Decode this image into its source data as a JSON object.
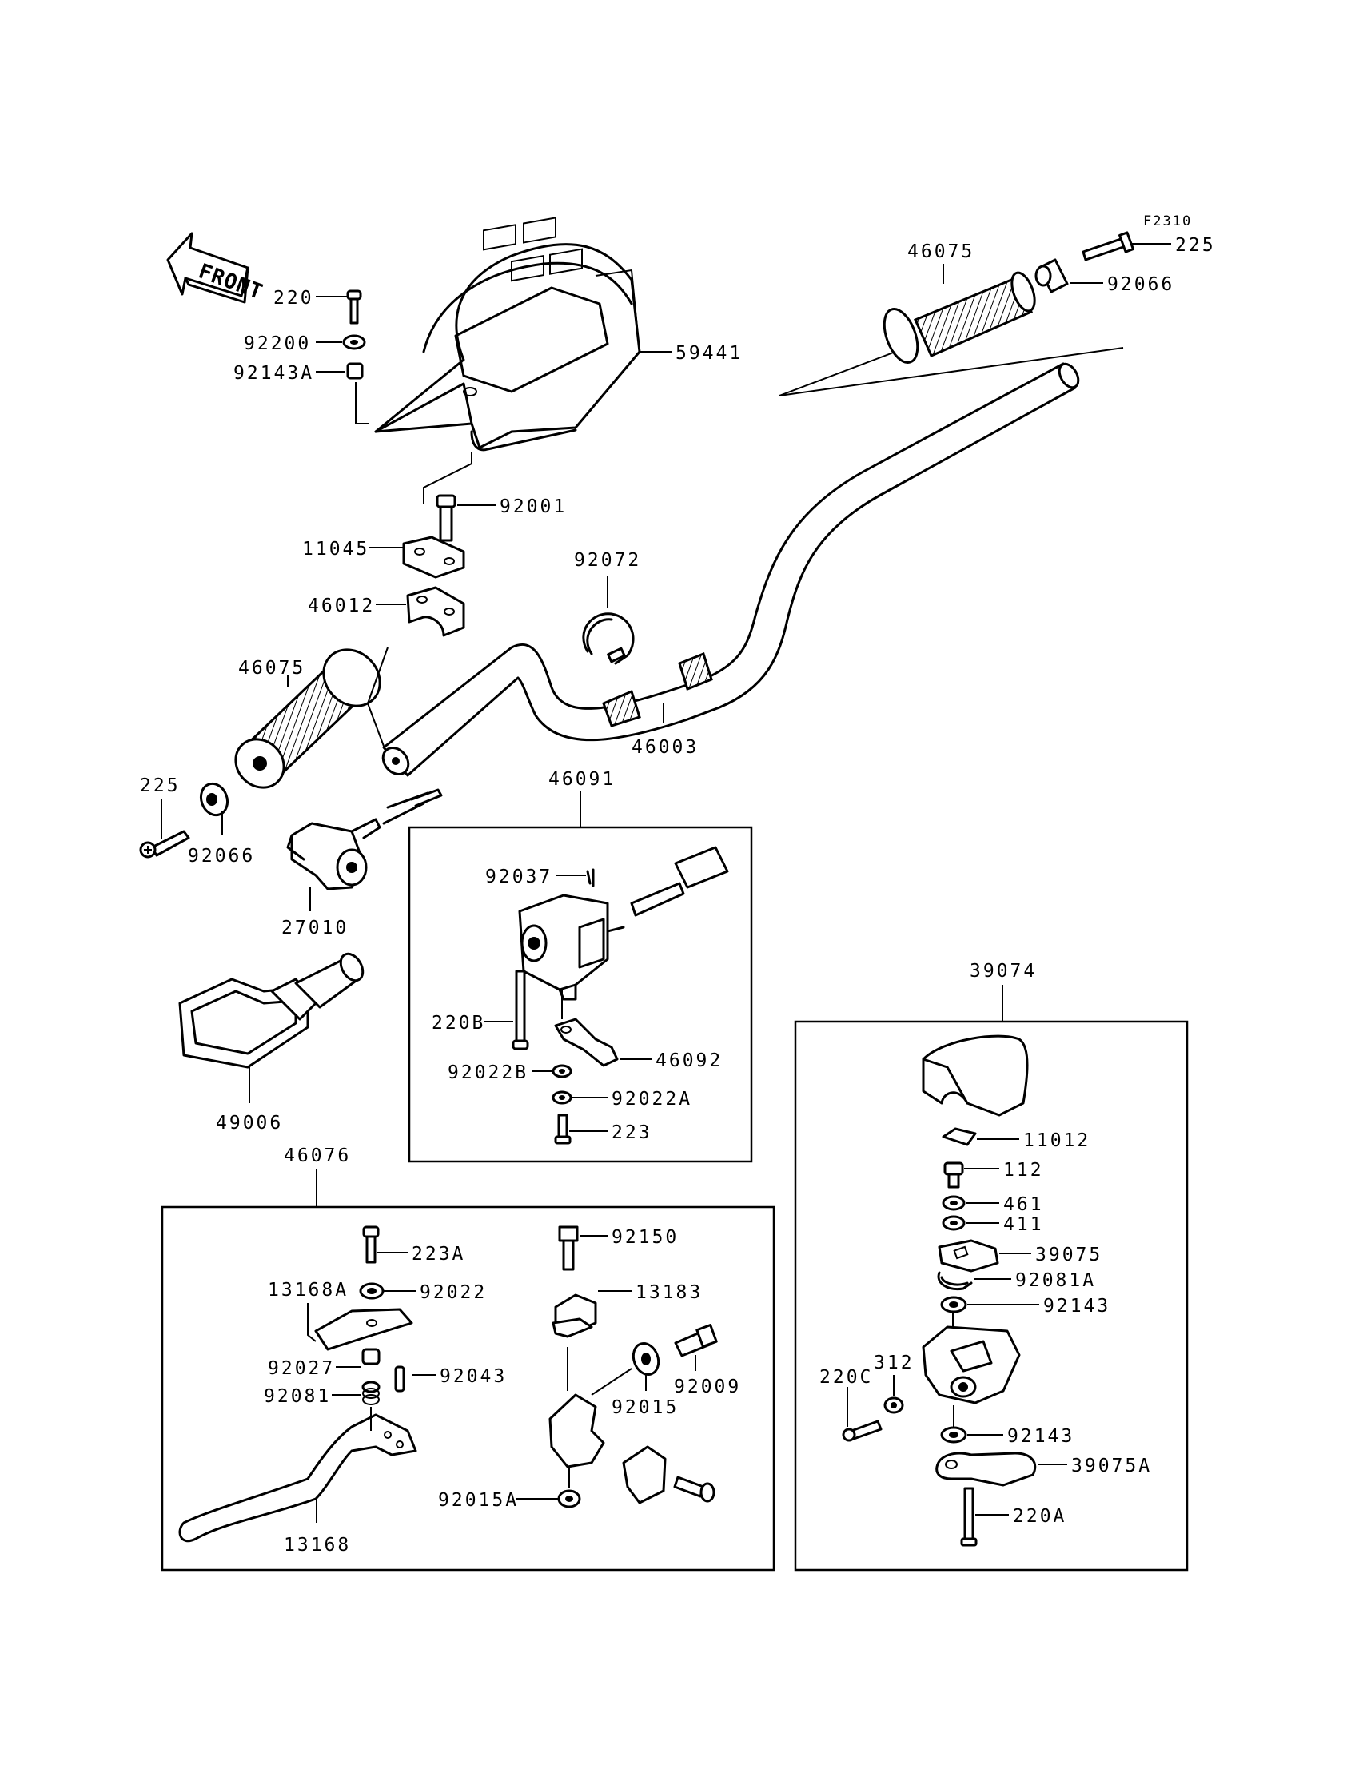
{
  "diagram": {
    "ref_code": "F2310",
    "front_label": "FRONT",
    "parts": {
      "p220": "220",
      "p92200": "92200",
      "p92143A": "92143A",
      "p59441": "59441",
      "p92001": "92001",
      "p11045": "11045",
      "p46012": "46012",
      "p46075_left": "46075",
      "p225_left": "225",
      "p92066_left": "92066",
      "p27010": "27010",
      "p49006": "49006",
      "p92072": "92072",
      "p46003": "46003",
      "p46075_right": "46075",
      "p225_right": "225",
      "p92066_right": "92066"
    },
    "box_46091": {
      "title": "46091",
      "parts": {
        "p92037": "92037",
        "p220B": "220B",
        "p46092": "46092",
        "p92022B": "92022B",
        "p92022A": "92022A",
        "p223": "223"
      }
    },
    "box_46076": {
      "title": "46076",
      "parts": {
        "p223A": "223A",
        "p13168A": "13168A",
        "p92022": "92022",
        "p92027": "92027",
        "p92043": "92043",
        "p92081": "92081",
        "p13168": "13168",
        "p92150": "92150",
        "p13183": "13183",
        "p92009": "92009",
        "p92015": "92015",
        "p92015A": "92015A"
      }
    },
    "box_39074": {
      "title": "39074",
      "parts": {
        "p11012": "11012",
        "p112": "112",
        "p461": "461",
        "p411": "411",
        "p39075": "39075",
        "p92081A": "92081A",
        "p92143_top": "92143",
        "p312": "312",
        "p220C": "220C",
        "p92143_bottom": "92143",
        "p39075A": "39075A",
        "p220A": "220A"
      }
    }
  }
}
